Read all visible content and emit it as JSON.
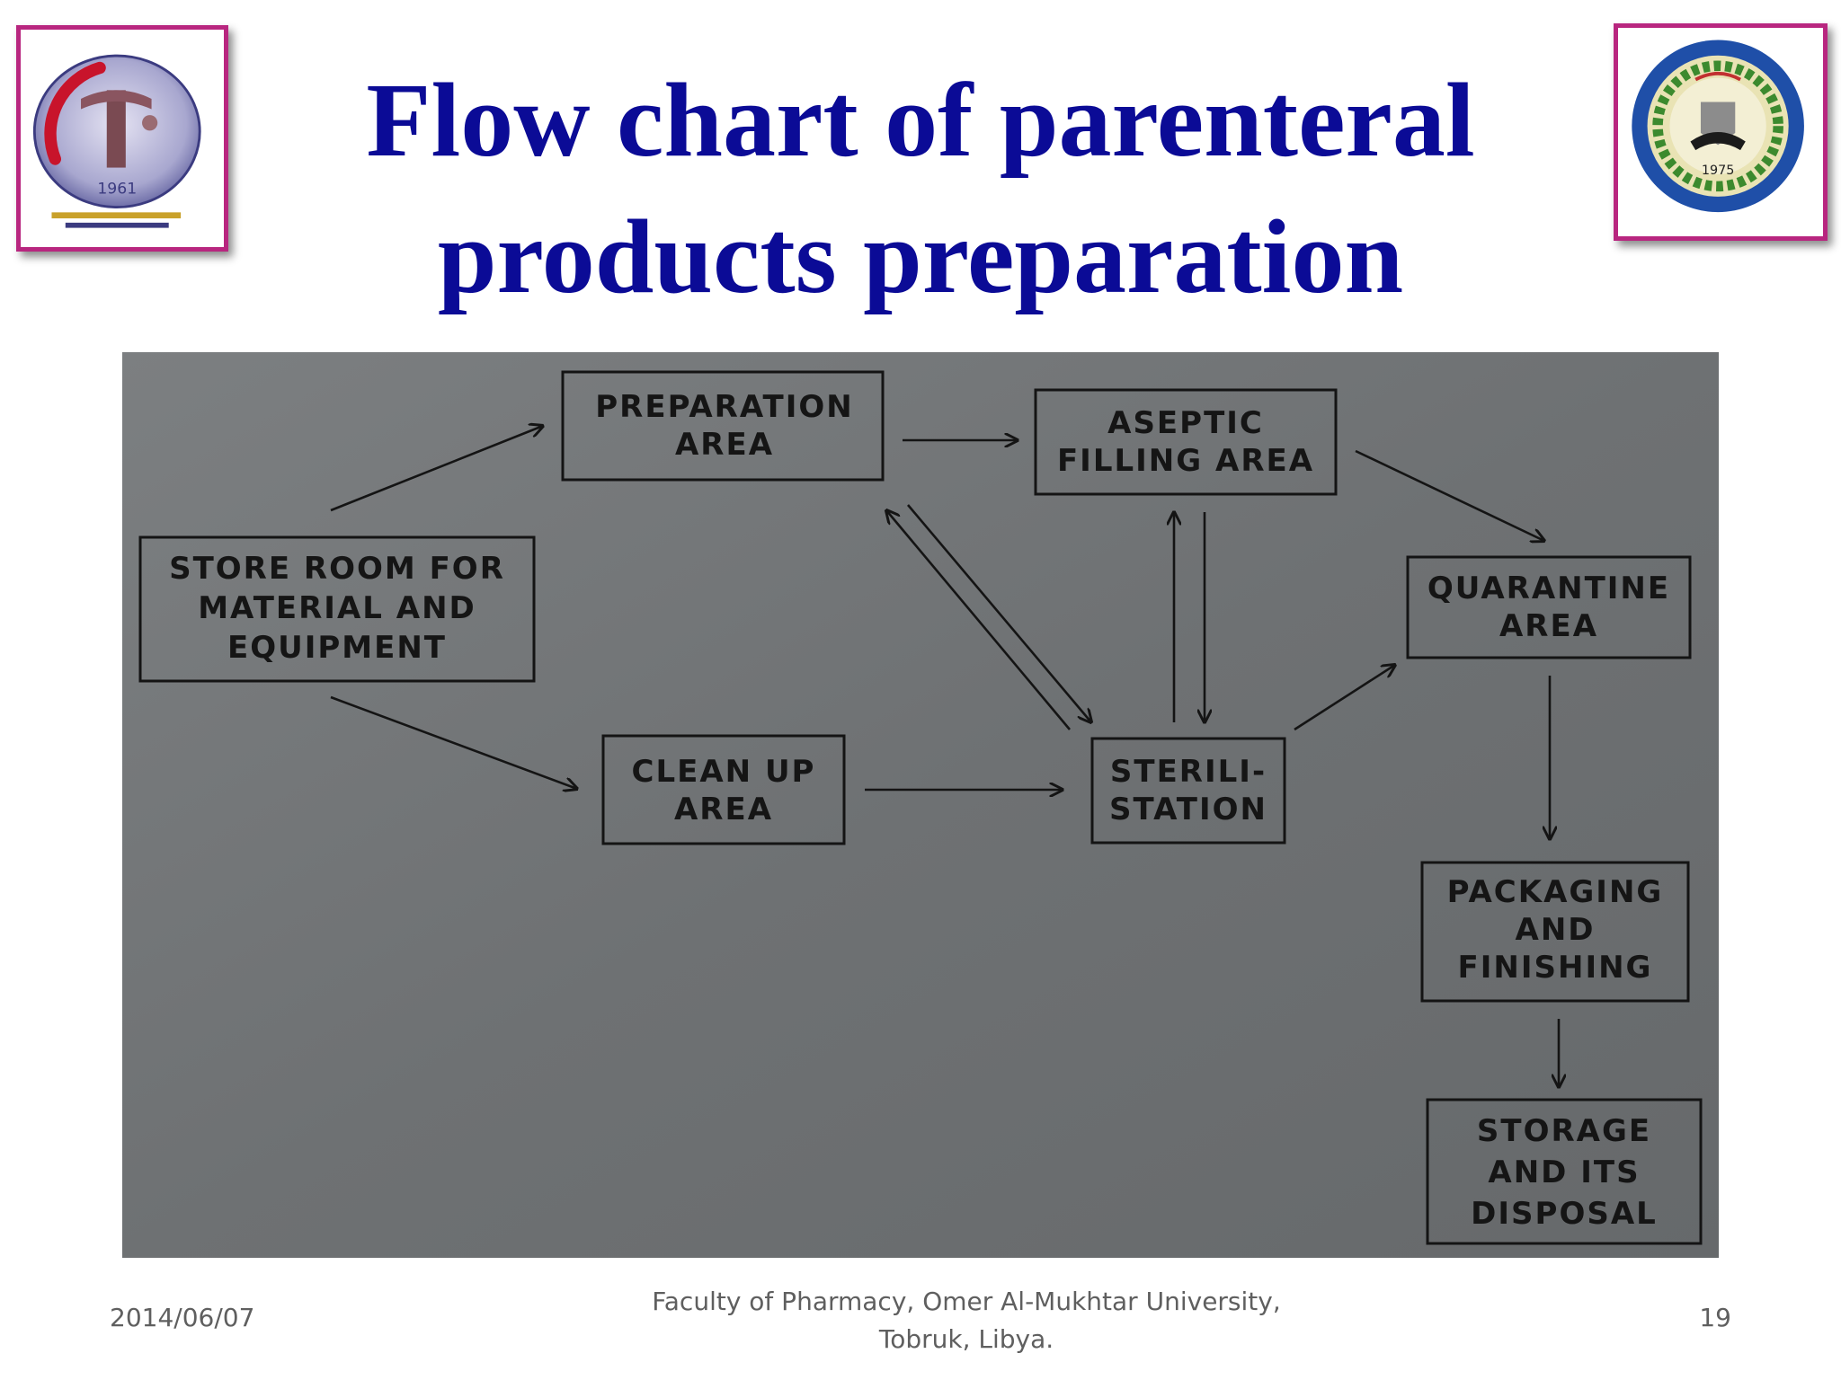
{
  "slide": {
    "title_line1": "Flow chart of parenteral",
    "title_line2": "products preparation",
    "accent_color": "#0b0b96",
    "frame_color": "#b8267f"
  },
  "logos": {
    "left": {
      "caption": "1961"
    },
    "right": {
      "caption": "1975"
    }
  },
  "diagram": {
    "nodes": [
      {
        "id": "store",
        "lines": [
          "STORE ROOM FOR",
          "MATERIAL AND",
          "EQUIPMENT"
        ]
      },
      {
        "id": "preparation",
        "lines": [
          "PREPARATION",
          "AREA"
        ]
      },
      {
        "id": "cleanup",
        "lines": [
          "CLEAN UP",
          "AREA"
        ]
      },
      {
        "id": "aseptic",
        "lines": [
          "ASEPTIC",
          "FILLING AREA"
        ]
      },
      {
        "id": "sterilization",
        "lines": [
          "STERILI-",
          "STATION"
        ]
      },
      {
        "id": "quarantine",
        "lines": [
          "QUARANTINE",
          "AREA"
        ]
      },
      {
        "id": "packaging",
        "lines": [
          "PACKAGING",
          "AND",
          "FINISHING"
        ]
      },
      {
        "id": "storage",
        "lines": [
          "STORAGE",
          "AND ITS",
          "DISPOSAL"
        ]
      }
    ],
    "edges": [
      {
        "from": "store",
        "to": "preparation"
      },
      {
        "from": "store",
        "to": "cleanup"
      },
      {
        "from": "preparation",
        "to": "aseptic"
      },
      {
        "from": "preparation",
        "to": "sterilization"
      },
      {
        "from": "sterilization",
        "to": "preparation"
      },
      {
        "from": "cleanup",
        "to": "sterilization"
      },
      {
        "from": "sterilization",
        "to": "aseptic"
      },
      {
        "from": "aseptic",
        "to": "sterilization"
      },
      {
        "from": "aseptic",
        "to": "quarantine"
      },
      {
        "from": "sterilization",
        "to": "quarantine"
      },
      {
        "from": "quarantine",
        "to": "packaging"
      },
      {
        "from": "packaging",
        "to": "storage"
      }
    ]
  },
  "footer": {
    "date": "2014/06/07",
    "institution_line1": "Faculty of Pharmacy, Omer Al-Mukhtar University,",
    "institution_line2": "Tobruk, Libya.",
    "page_number": "19"
  }
}
